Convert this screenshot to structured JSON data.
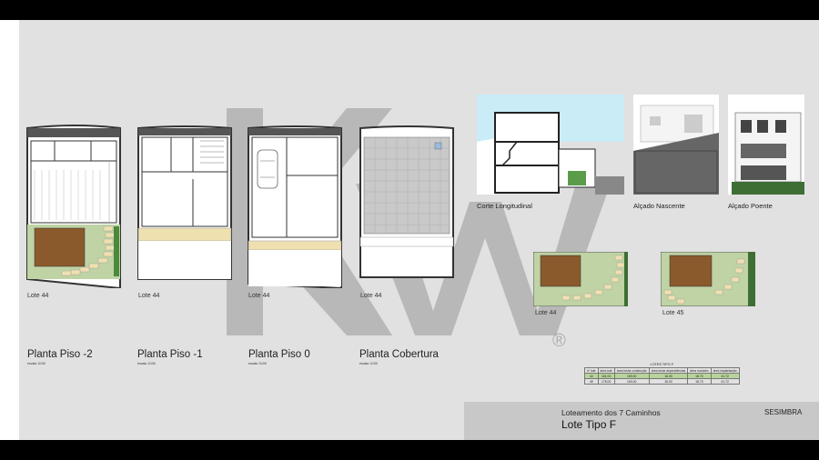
{
  "sheet": {
    "plans": [
      {
        "title": "Planta Piso -2",
        "scale": "escala 1/100",
        "lote": "Lote  44"
      },
      {
        "title": "Planta Piso -1",
        "scale": "escala 1/100",
        "lote": "Lote  44"
      },
      {
        "title": "Planta Piso 0",
        "scale": "escala 1/100",
        "lote": "Lote  44"
      },
      {
        "title": "Planta Cobertura",
        "scale": "escala 1/100",
        "lote": "Lote  44"
      }
    ],
    "views": [
      {
        "label": "Corte Longitudinal"
      },
      {
        "label": "Alçado Nascente"
      },
      {
        "label": "Alçado Poente"
      }
    ],
    "site_plans": [
      {
        "lote": "Lote 44"
      },
      {
        "lote": "Lote 45"
      }
    ],
    "title_block": {
      "subtitle": "Loteamento dos 7 Caminhos",
      "title": "Lote Tipo F",
      "city": "SESIMBRA"
    },
    "table": {
      "caption": "LOTES TIPO F",
      "headers": [
        "nº lote",
        "área lote",
        "área bruta construção",
        "área bruta dependências",
        "área rua/adro",
        "área implantação"
      ],
      "rows": [
        [
          "44",
          "161.00",
          "169.00",
          "16.00",
          "18.70",
          "41.72"
        ],
        [
          "45",
          "175.00",
          "169.00",
          "16.00",
          "18.70",
          "41.72"
        ]
      ]
    },
    "watermark": "kw",
    "watermark_mark": "®"
  },
  "colors": {
    "background": "#e1e1e1",
    "wall": "#333333",
    "garden": "#bfd3a5",
    "terrace": "#efe0b0",
    "roof_gray": "#c9c9c9",
    "sky": "#c9ecf7",
    "title_block": "#c8c8c8"
  }
}
